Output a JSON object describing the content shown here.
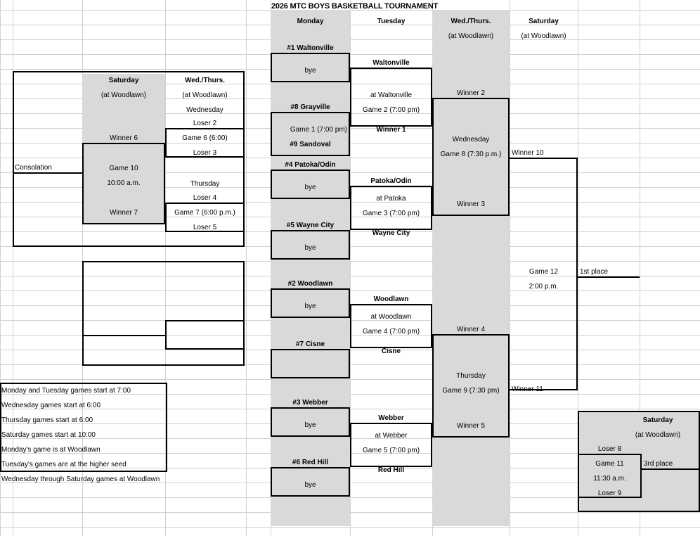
{
  "title": "2026 MTC BOYS BASKETBALL TOURNAMENT",
  "colors": {
    "shade": "#d9d9d9",
    "gridline": "#d0d0d0",
    "ink": "#000000"
  },
  "headers": {
    "monday": "Monday",
    "tuesday": "Tuesday",
    "wed_thurs": "Wed./Thurs.",
    "wed_thurs_venue": "(at Woodlawn)",
    "saturday": "Saturday",
    "saturday_venue": "(at Woodlawn)"
  },
  "consolation": {
    "label": "Consolation",
    "saturday_header": "Saturday",
    "saturday_venue": "(at Woodlawn)",
    "wed_thurs_header": "Wed./Thurs.",
    "wed_thurs_venue": "(at Woodlawn)",
    "g6_day": "Wednesday",
    "g6_top": "Loser 2",
    "g6_name": "Game 6 (6:00)",
    "g6_bot": "Loser 3",
    "g7_day": "Thursday",
    "g7_top": "Loser 4",
    "g7_name": "Game 7 (6:00 p.m.)",
    "g7_bot": "Loser 5",
    "g10_top": "Winner 6",
    "g10_name": "Game 10",
    "g10_time": "10:00 a.m.",
    "g10_bot": "Winner 7"
  },
  "round1": [
    {
      "seed": "#1 Waltonville",
      "note": "bye"
    },
    {
      "seed": "#8 Grayville",
      "note": "Game 1 (7:00 pm)",
      "seed2": "#9 Sandoval"
    },
    {
      "seed": "#4 Patoka/Odin",
      "note": "bye"
    },
    {
      "seed": "#5 Wayne City",
      "note": "bye"
    },
    {
      "seed": "#2 Woodlawn",
      "note": "bye"
    },
    {
      "seed": "#7 Cisne",
      "note": ""
    },
    {
      "seed": "#3 Webber",
      "note": "bye"
    },
    {
      "seed": "#6 Red Hill",
      "note": "bye"
    }
  ],
  "round2": [
    {
      "top": "Waltonville",
      "venue": "at Waltonville",
      "game": "Game 2 (7:00 pm)",
      "bottom": "Winner 1"
    },
    {
      "top": "Patoka/Odin",
      "venue": "at Patoka",
      "game": "Game 3 (7:00 pm)",
      "bottom": "Wayne City"
    },
    {
      "top": "Woodlawn",
      "venue": "at Woodlawn",
      "game": "Game 4 (7:00 pm)",
      "bottom": "Cisne"
    },
    {
      "top": "Webber",
      "venue": "at Webber",
      "game": "Game 5 (7:00 pm)",
      "bottom": "Red Hill"
    }
  ],
  "semifinals": [
    {
      "top": "Winner 2",
      "day": "Wednesday",
      "game": "Game 8 (7:30 p.m.)",
      "bottom": "Winner 3"
    },
    {
      "top": "Winner 4",
      "day": "Thursday",
      "game": "Game 9 (7:30 pm)",
      "bottom": "Winner 5"
    }
  ],
  "final": {
    "top": "Winner 10",
    "game": "Game 12",
    "time": "2:00 p.m.",
    "bottom": "Winner 11",
    "result": "1st place"
  },
  "third_place": {
    "saturday_header": "Saturday",
    "saturday_venue": "(at Woodlawn)",
    "top": "Loser 8",
    "game": "Game 11",
    "time": "11:30 a.m.",
    "bottom": "Loser 9",
    "result": "3rd place"
  },
  "notes": [
    "Monday and Tuesday games start at 7:00",
    "Wednesday games start at 6:00",
    "Thursday games start at 6:00",
    "Saturday games start at 10:00",
    "Monday's game is at Woodlawn",
    "Tuesday's games are at the higher seed",
    "Wednesday through Saturday games at Woodlawn"
  ]
}
